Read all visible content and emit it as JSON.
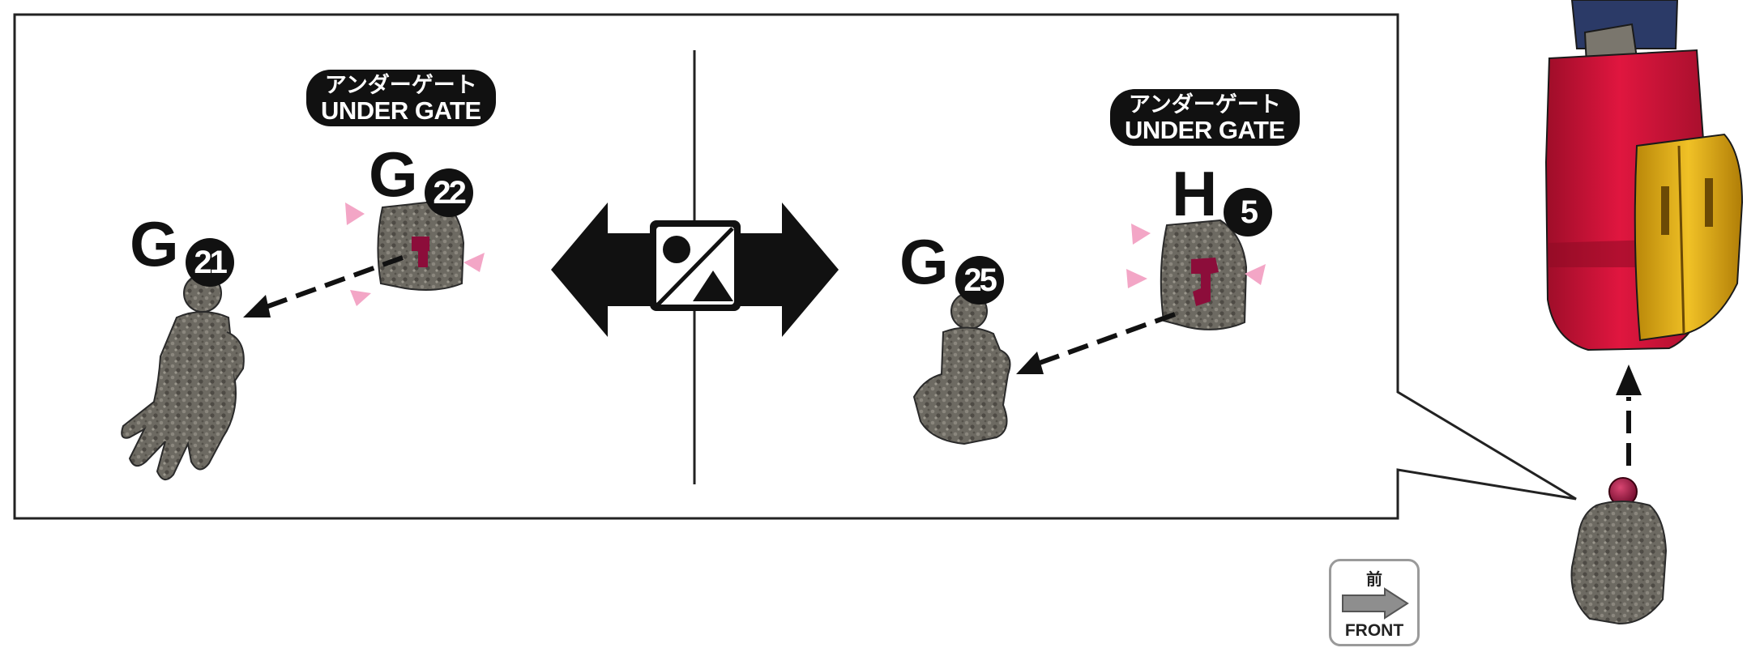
{
  "panel": {
    "left_option": {
      "gate_label_jp": "アンダーゲート",
      "gate_label_en": "UNDER GATE",
      "hand_part_letter": "G",
      "hand_part_number": "21",
      "cover_part_letter": "G",
      "cover_part_number": "22"
    },
    "right_option": {
      "gate_label_jp": "アンダーゲート",
      "gate_label_en": "UNDER GATE",
      "hand_part_letter": "G",
      "hand_part_number": "25",
      "cover_part_letter": "H",
      "cover_part_number": "5"
    },
    "selection_icon": "circle-triangle-choice-icon"
  },
  "front_indicator": {
    "label_jp": "前",
    "label_en": "FRONT"
  },
  "colors": {
    "part_gray": "#6f6c64",
    "connector_magenta": "#8c0d3a",
    "arm_red": "#d4123a",
    "arm_yellow": "#e2b119",
    "arm_blue": "#2b3a67",
    "gate_marker_pink": "#f3a6c6",
    "outline": "#1a1a1a"
  }
}
